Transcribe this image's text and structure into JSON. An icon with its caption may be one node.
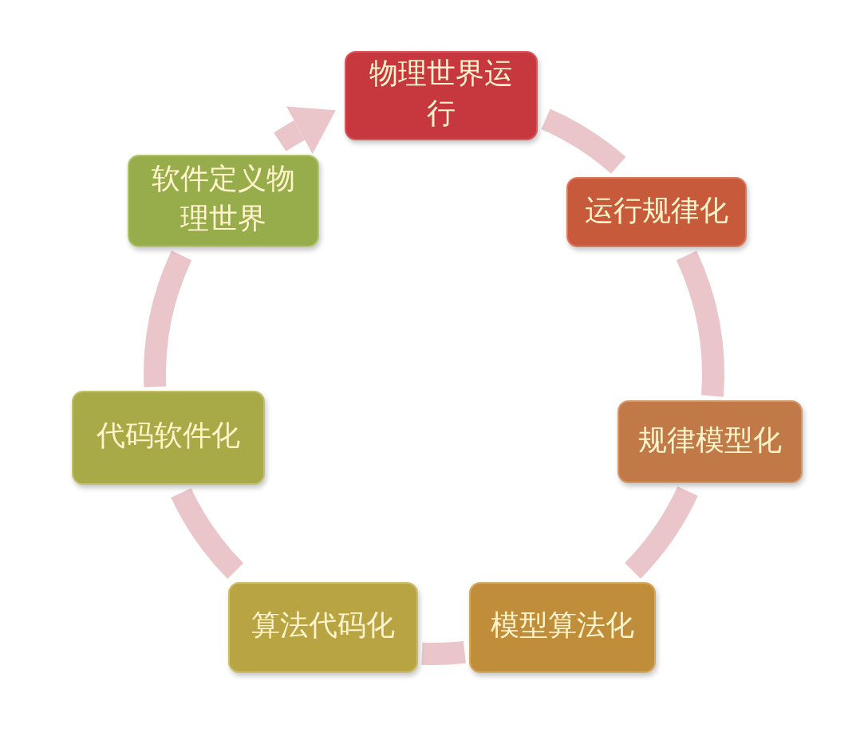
{
  "diagram": {
    "nodes": [
      {
        "text": [
          "物理世界运行"
        ]
      },
      {
        "text": [
          "运行规律化"
        ]
      },
      {
        "text": [
          "规律模型化"
        ]
      },
      {
        "text": [
          "模型算法化"
        ]
      },
      {
        "text": [
          "算法代码化"
        ]
      },
      {
        "text": [
          "代码软件化"
        ]
      },
      {
        "text": [
          "软件定义物理世界"
        ]
      }
    ],
    "edges": [
      {
        "from": 0,
        "to": 1,
        "arrow": "none"
      },
      {
        "from": 1,
        "to": 2,
        "arrow": "none"
      },
      {
        "from": 2,
        "to": 3,
        "arrow": "none"
      },
      {
        "from": 3,
        "to": 4,
        "arrow": "none"
      },
      {
        "from": 4,
        "to": 5,
        "arrow": "none"
      },
      {
        "from": 5,
        "to": 6,
        "arrow": "none"
      },
      {
        "from": 6,
        "to": 0,
        "arrow": "to"
      }
    ]
  }
}
